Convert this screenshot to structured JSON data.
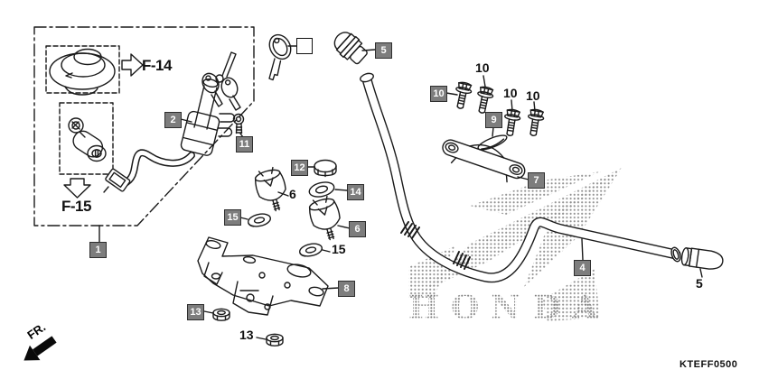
{
  "diagram": {
    "code": "KTEFF0500",
    "watermark": "HONDA",
    "front_label": "FR.",
    "references": {
      "f14": "F-14",
      "f15": "F-15"
    }
  },
  "callouts": {
    "boxed": [
      {
        "text": "1"
      },
      {
        "text": "2"
      },
      {
        "text": "5"
      },
      {
        "text": "10"
      },
      {
        "text": "9"
      },
      {
        "text": "7"
      },
      {
        "text": "11"
      },
      {
        "text": "12"
      },
      {
        "text": "14"
      },
      {
        "text": "15"
      },
      {
        "text": "6"
      },
      {
        "text": "8"
      },
      {
        "text": "13"
      },
      {
        "text": "4"
      }
    ],
    "plain": [
      {
        "text": "10"
      },
      {
        "text": "10"
      },
      {
        "text": "10"
      },
      {
        "text": "6"
      },
      {
        "text": "15"
      },
      {
        "text": "13"
      },
      {
        "text": "5"
      }
    ],
    "key_box": ""
  },
  "colors": {
    "line": "#1a1a1a",
    "callout_bg": "#7d7d7d",
    "callout_border": "#2e2e2e",
    "halftone": "#8c8c8c"
  }
}
